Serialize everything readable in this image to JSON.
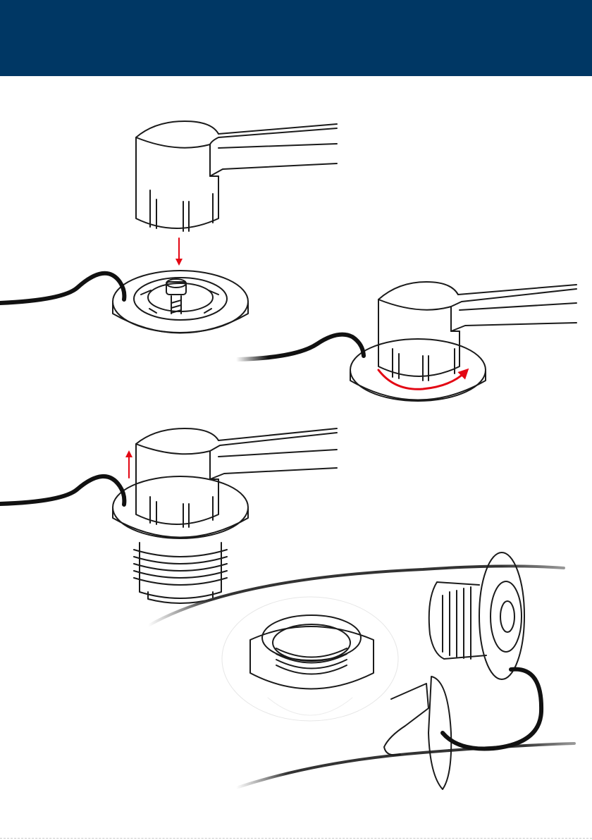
{
  "colors": {
    "header": "#003764",
    "line": "#1a1a1a",
    "arrow": "#e30613",
    "cable": "#111111",
    "faint": "#d9d9d9"
  },
  "steps": [
    {
      "name": "step-1-place-tool-on-valve",
      "icons": [
        "valve-wrench-icon",
        "arrow-down-icon",
        "valve-cap-icon",
        "tether-cable-icon"
      ]
    },
    {
      "name": "step-2-rotate-tool",
      "icons": [
        "valve-wrench-icon",
        "rotate-arrow-icon",
        "valve-base-icon",
        "tether-cable-icon"
      ]
    },
    {
      "name": "step-3-lift-out-valve",
      "icons": [
        "valve-wrench-icon",
        "arrow-up-icon",
        "threaded-valve-icon",
        "tether-cable-icon"
      ]
    },
    {
      "name": "step-4-valve-removed",
      "icons": [
        "valve-socket-icon",
        "removed-valve-icon",
        "valve-cap-icon",
        "boat-tube-icon"
      ]
    }
  ]
}
